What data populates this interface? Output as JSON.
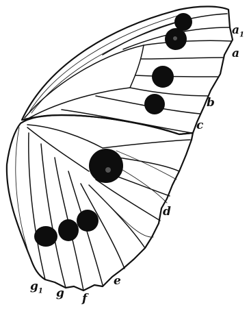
{
  "figure": {
    "subject": "butterfly-wings-eyespot-diagram",
    "labels": {
      "a1": "a",
      "a1_subscript": "1",
      "a": "a",
      "b": "b",
      "c": "c",
      "d": "d",
      "e": "e",
      "f": "f",
      "g": "g",
      "g1": "g",
      "g1_subscript": "1"
    },
    "colors": {
      "ink": "#111111",
      "paper": "#ffffff"
    }
  }
}
